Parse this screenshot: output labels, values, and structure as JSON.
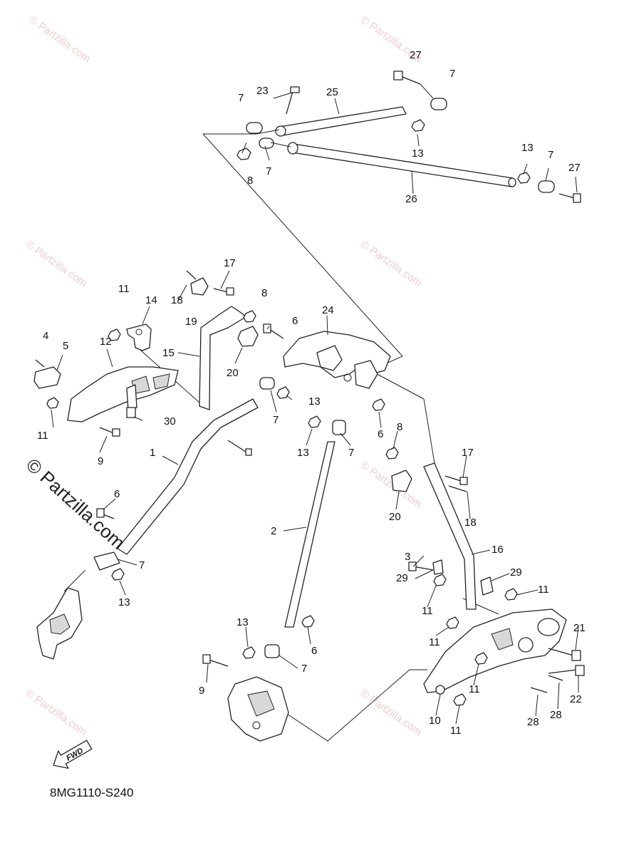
{
  "diagram": {
    "code": "8MG1110-S240",
    "fwd_label": "FWD",
    "watermark": "© Partzilla.com",
    "callouts": {
      "c1": "1",
      "c2": "2",
      "c3": "3",
      "c4": "4",
      "c5": "5",
      "c6a": "6",
      "c6b": "6",
      "c6c": "6",
      "c6d": "6",
      "c7a": "7",
      "c7b": "7",
      "c7c": "7",
      "c7d": "7",
      "c7e": "7",
      "c7f": "7",
      "c7g": "7",
      "c7h": "7",
      "c8a": "8",
      "c8b": "8",
      "c8c": "8",
      "c9a": "9",
      "c9b": "9",
      "c10": "10",
      "c11a": "11",
      "c11b": "11",
      "c11c": "11",
      "c11d": "11",
      "c11e": "11",
      "c11f": "11",
      "c11g": "11",
      "c12": "12",
      "c13a": "13",
      "c13b": "13",
      "c13c": "13",
      "c13d": "13",
      "c13e": "13",
      "c13f": "13",
      "c14": "14",
      "c15": "15",
      "c16": "16",
      "c17a": "17",
      "c17b": "17",
      "c18a": "18",
      "c18b": "18",
      "c19": "19",
      "c20a": "20",
      "c20b": "20",
      "c21": "21",
      "c22": "22",
      "c23": "23",
      "c24": "24",
      "c25": "25",
      "c26": "26",
      "c27a": "27",
      "c27b": "27",
      "c28a": "28",
      "c28b": "28",
      "c29a": "29",
      "c29b": "29",
      "c30": "30"
    }
  }
}
